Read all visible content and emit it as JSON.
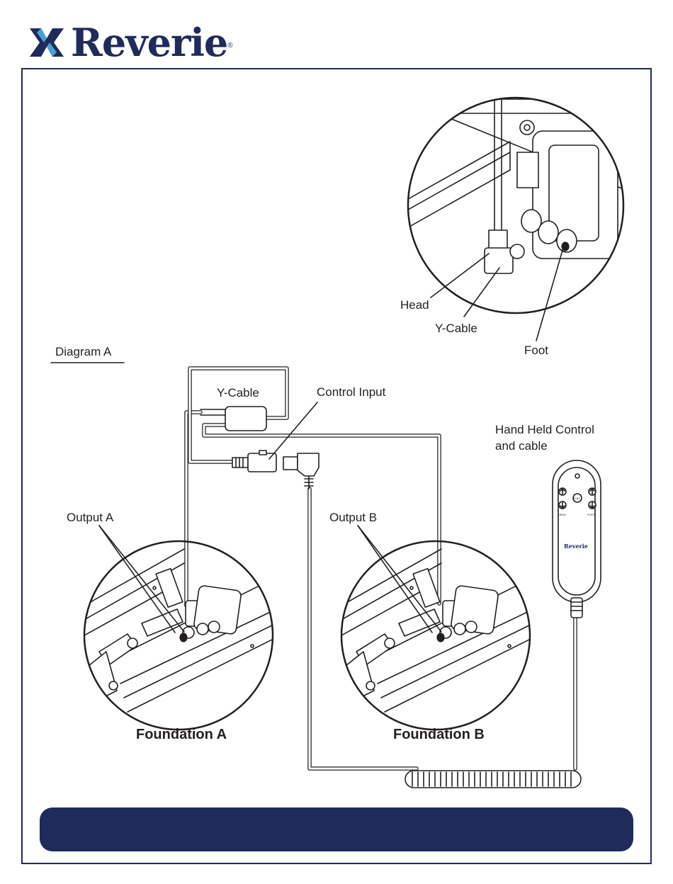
{
  "brand": {
    "name": "Reverie",
    "registered_mark": "®",
    "color": "#1f2b5b"
  },
  "labels": {
    "detail_head": "Head",
    "detail_y_cable": "Y-Cable",
    "detail_foot": "Foot",
    "diagram_title": "Diagram A",
    "y_cable": "Y-Cable",
    "control_input": "Control Input",
    "hand_control_line1": "Hand Held Control",
    "hand_control_line2": "and cable",
    "output_a": "Output A",
    "output_b": "Output B",
    "foundation_a": "Foundation A",
    "foundation_b": "Foundation B"
  },
  "remote": {
    "button_left_label": "HEAD",
    "button_right_label": "FOOT",
    "center_button": "FLAT",
    "brand": "Reverie"
  },
  "icons": [
    "reverie-logo-icon",
    "power-led-icon",
    "up-arrow-icon",
    "down-arrow-icon"
  ]
}
